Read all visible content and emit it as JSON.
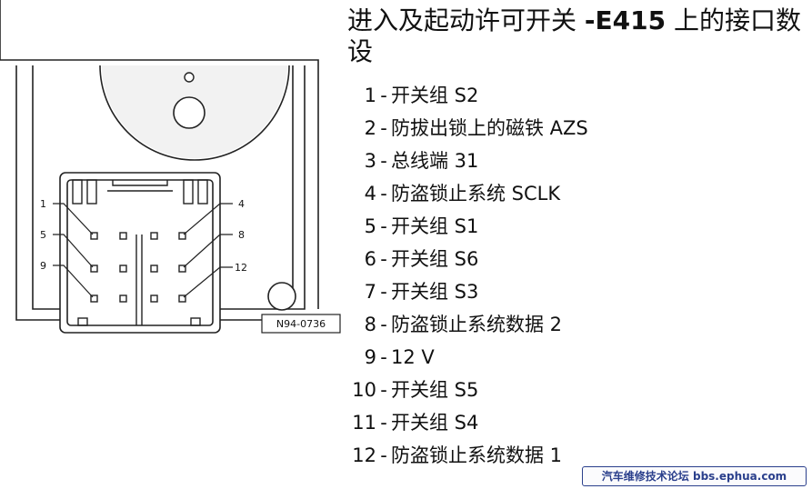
{
  "title": {
    "main": "进入及起动许可开关 ",
    "code": "-E415",
    "rest": " 上的接口数",
    "line2": "设"
  },
  "diagram": {
    "part_label": "N94-0736",
    "pin_labels_left": [
      "1",
      "5",
      "9"
    ],
    "pin_labels_right": [
      "4",
      "8",
      "12"
    ]
  },
  "legend": [
    {
      "num": "1",
      "text": "开关组 S2"
    },
    {
      "num": "2",
      "text": "防拔出锁上的磁铁 AZS"
    },
    {
      "num": "3",
      "text": "总线端 31"
    },
    {
      "num": "4",
      "text": "防盗锁止系统 SCLK"
    },
    {
      "num": "5",
      "text": "开关组 S1"
    },
    {
      "num": "6",
      "text": "开关组 S6"
    },
    {
      "num": "7",
      "text": "开关组 S3"
    },
    {
      "num": "8",
      "text": "防盗锁止系统数据 2"
    },
    {
      "num": "9",
      "text": "12 V"
    },
    {
      "num": "10",
      "text": "开关组 S5"
    },
    {
      "num": "11",
      "text": "开关组 S4"
    },
    {
      "num": "12",
      "text": "防盗锁止系统数据 1"
    }
  ],
  "watermark": "汽车维修技术论坛 bbs.ephua.com"
}
